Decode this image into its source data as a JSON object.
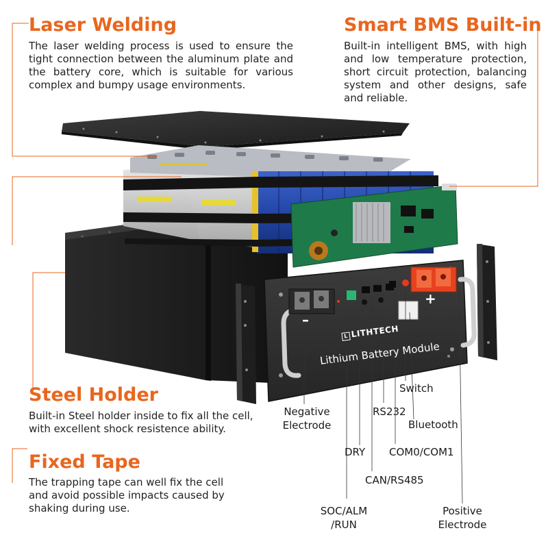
{
  "accent_color": "#e8661f",
  "features": {
    "laser_welding": {
      "title": "Laser Welding",
      "description": "The laser welding process is used to ensure the tight connection between the aluminum plate and the battery core, which is suitable for various complex and bumpy usage environments."
    },
    "smart_bms": {
      "title": "Smart BMS Built-in",
      "description": "Built-in intelligent BMS, with high and low temperature protection, short circuit protection, balancing system and other designs, safe and reliable."
    },
    "steel_holder": {
      "title": "Steel Holder",
      "description": "Built-in Steel holder inside to fix all the cell, with excellent shock resistence ability."
    },
    "fixed_tape": {
      "title": "Fixed Tape",
      "description": "The trapping tape can well fix the cell and avoid possible impacts caused by shaking during use."
    }
  },
  "panel": {
    "brand": "LITHTECH",
    "module_name": "Lithium Battery Module",
    "negative_sign": "–",
    "positive_sign": "+"
  },
  "ports": {
    "switch": "Switch",
    "rs232": "RS232",
    "bluetooth": "Bluetooth",
    "com": "COM0/COM1",
    "dry": "DRY",
    "can_rs485": "CAN/RS485",
    "soc_line1": "SOC/ALM",
    "soc_line2": "/RUN",
    "negative_line1": "Negative",
    "negative_line2": "Electrode",
    "positive_line1": "Positive",
    "positive_line2": "Electrode"
  }
}
